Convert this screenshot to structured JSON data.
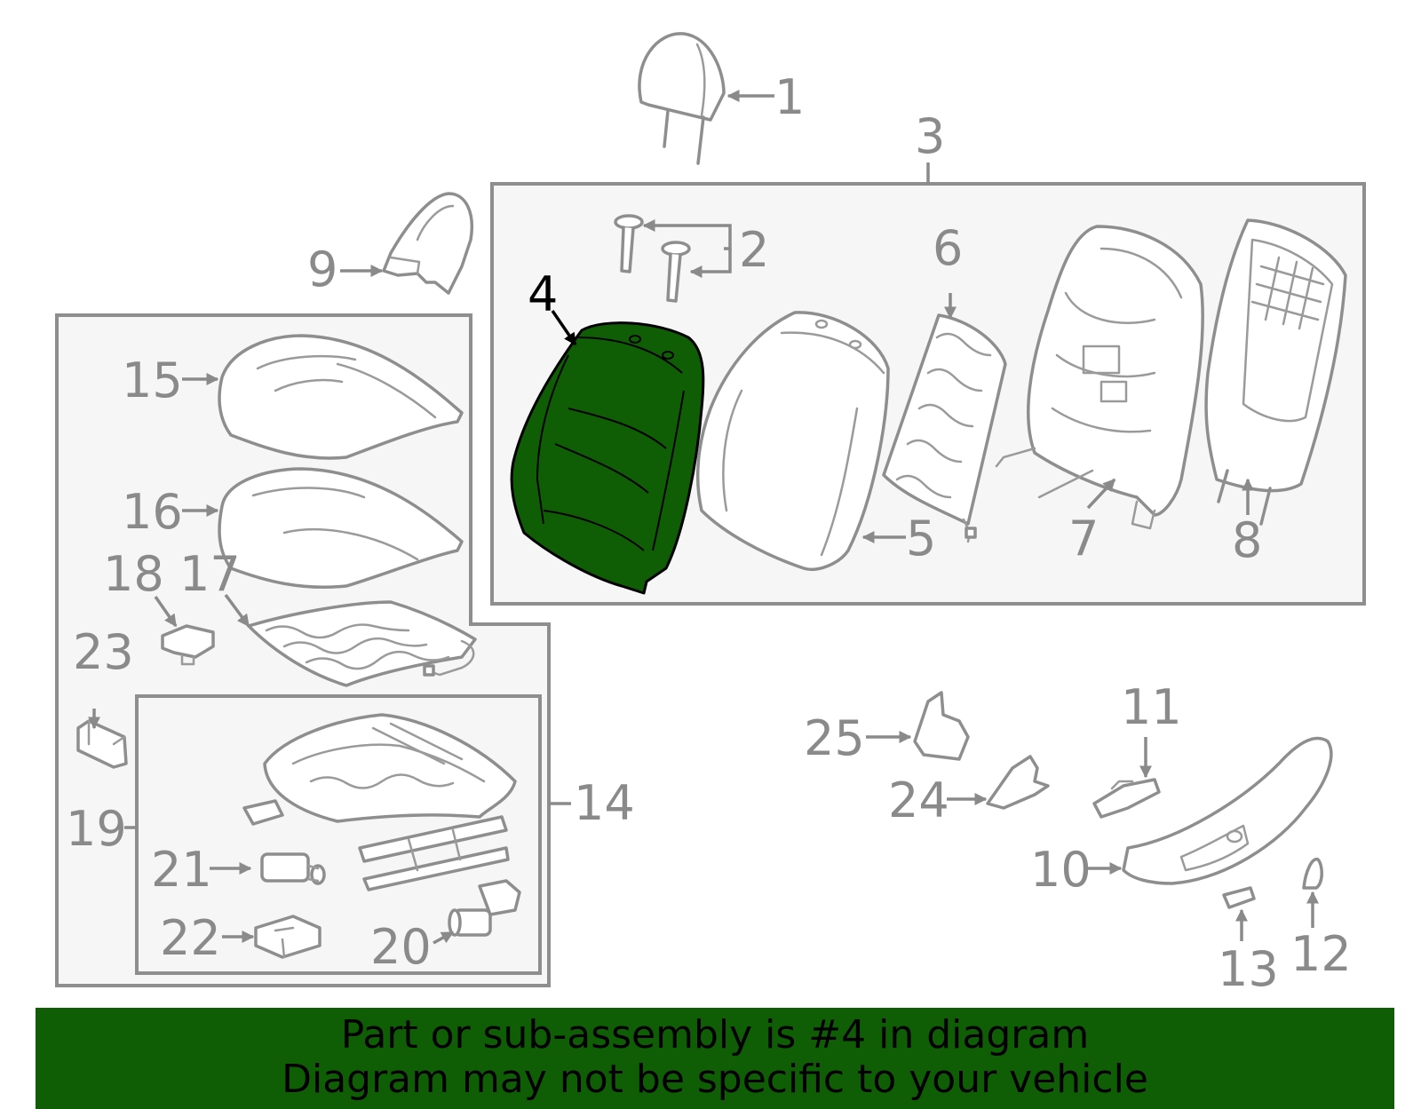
{
  "diagram": {
    "highlight_color": "#0f5e06",
    "highlighted_part": "4",
    "callouts": {
      "c1": "1",
      "c2": "2",
      "c3": "3",
      "c4": "4",
      "c5": "5",
      "c6": "6",
      "c7": "7",
      "c8": "8",
      "c9": "9",
      "c10": "10",
      "c11": "11",
      "c12": "12",
      "c13": "13",
      "c14": "14",
      "c15": "15",
      "c16": "16",
      "c17": "17",
      "c18": "18",
      "c19": "19",
      "c20": "20",
      "c21": "21",
      "c22": "22",
      "c23": "23",
      "c24": "24",
      "c25": "25"
    }
  },
  "banner": {
    "line1": "Part or sub-assembly is #4 in diagram",
    "line2": "Diagram may not be specific to your vehicle"
  }
}
